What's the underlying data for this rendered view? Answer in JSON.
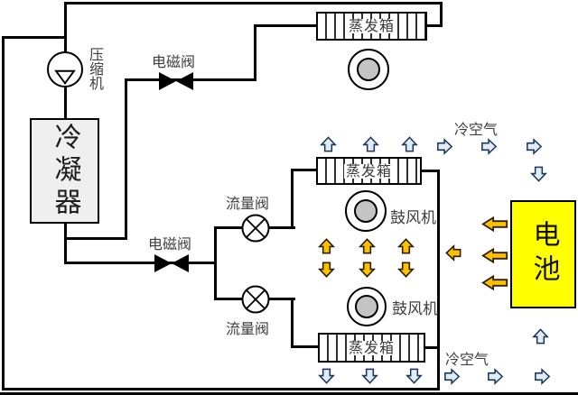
{
  "components": {
    "compressor": {
      "label": "压缩机"
    },
    "condenser": {
      "label": "冷凝器"
    },
    "solenoid_valve_1": {
      "label": "电磁阀"
    },
    "solenoid_valve_2": {
      "label": "电磁阀"
    },
    "flow_valve_1": {
      "label": "流量阀"
    },
    "flow_valve_2": {
      "label": "流量阀"
    },
    "evaporator_1": {
      "label": "蒸发箱"
    },
    "evaporator_2": {
      "label": "蒸发箱"
    },
    "evaporator_3": {
      "label": "蒸发箱"
    },
    "blower_mid": {
      "label": "鼓风机"
    },
    "blower_bottom": {
      "label": "鼓风机"
    },
    "battery": {
      "label": "电池"
    },
    "cold_air_top": {
      "label": "冷空气"
    },
    "cold_air_bottom": {
      "label": "冷空气"
    }
  },
  "colors": {
    "line_color": "#000000",
    "label_color": "#3f3f3f",
    "battery_fill": "#ffff00",
    "condenser_fill": "#efefef",
    "blower_hub_fill": "#c4c4c4",
    "cold_arrow_fill": "#e3ebf5",
    "cold_arrow_stroke": "#17365d",
    "warm_arrow_fill": "#ffc000",
    "warm_arrow_stroke": "#2b2000"
  }
}
